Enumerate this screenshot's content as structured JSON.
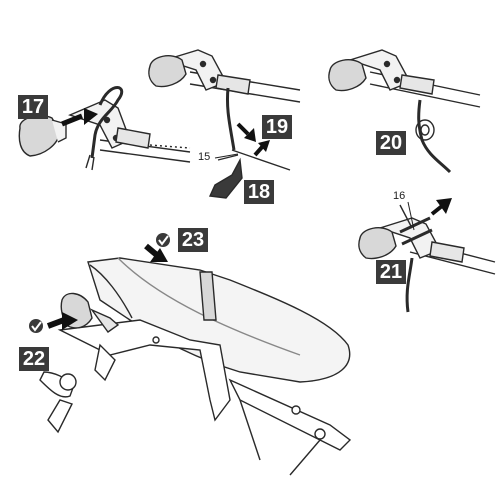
{
  "steps": {
    "s17": "17",
    "s18": "18",
    "s19": "19",
    "s20": "20",
    "s21": "21",
    "s22": "22",
    "s23": "23"
  },
  "callouts": {
    "c15": "15",
    "c16": "16"
  },
  "colors": {
    "line": "#2a2a2a",
    "fill_light": "#f2f2f2",
    "fill_mid": "#d8d8d8",
    "fill_dark": "#3a3a3a",
    "label_bg": "#3a3a3a",
    "label_text": "#ffffff"
  }
}
